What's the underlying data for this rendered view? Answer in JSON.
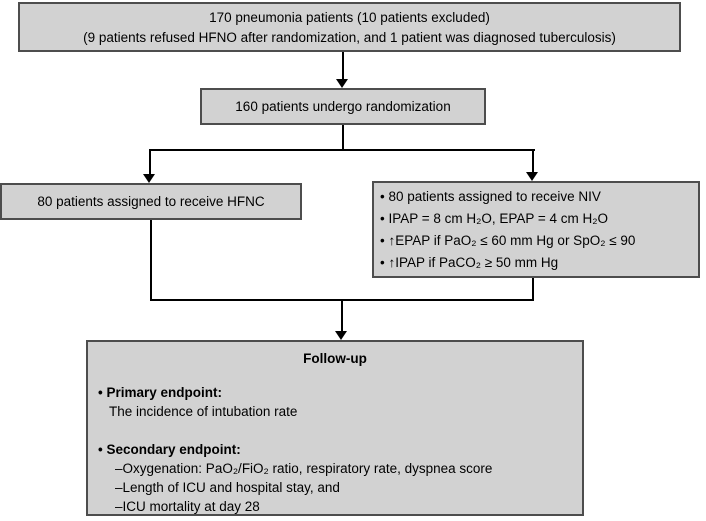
{
  "figure": {
    "background_color": "#ffffff",
    "box_fill_color": "#d2d2d2",
    "box_border_color": "#4d4d4d",
    "connector_color": "#000000",
    "text_color": "#000000"
  },
  "top_box": {
    "line1": "170 pneumonia patients (10 patients excluded)",
    "line2": "(9 patients refused HFNO after randomization, and 1 patient was diagnosed tuberculosis)"
  },
  "randomization_box": {
    "text": "160 patients undergo randomization"
  },
  "hfnc_box": {
    "text": "80 patients assigned to receive HFNC"
  },
  "niv_box": {
    "items": [
      "• 80 patients assigned to receive NIV",
      "• IPAP = 8 cm H₂O, EPAP = 4 cm H₂O",
      "• ↑EPAP if PaO₂ ≤ 60 mm Hg or SpO₂ ≤ 90",
      "• ↑IPAP if PaCO₂ ≥ 50 mm Hg"
    ]
  },
  "followup_box": {
    "title": "Follow-up",
    "primary_label": "• Primary endpoint:",
    "primary_text": "The incidence of intubation rate",
    "secondary_label": "• Secondary endpoint:",
    "secondary_items": [
      "–Oxygenation: PaO₂/FiO₂ ratio, respiratory rate, dyspnea score",
      "–Length of ICU and hospital stay, and",
      "–ICU mortality at day 28"
    ]
  }
}
